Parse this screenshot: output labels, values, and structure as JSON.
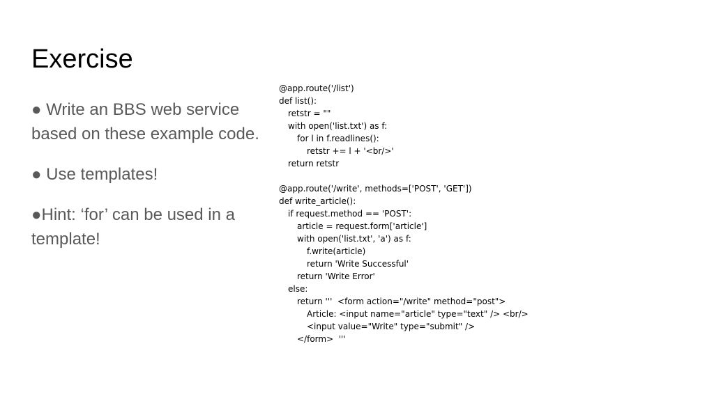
{
  "slide": {
    "title": "Exercise",
    "bullets": [
      {
        "lines": [
          "● Write an BBS web service",
          "based on these example code."
        ]
      },
      {
        "lines": [
          "● Use templates!"
        ]
      },
      {
        "lines": [
          "●Hint: ‘for’ can be used in a",
          "template!"
        ]
      }
    ],
    "code_blocks": [
      {
        "lines": [
          {
            "indent": 0,
            "text": "@app.route('/list')"
          },
          {
            "indent": 0,
            "text": "def list():"
          },
          {
            "indent": 1,
            "text": "retstr = \"\""
          },
          {
            "indent": 1,
            "text": "with open('list.txt') as f:"
          },
          {
            "indent": 2,
            "text": "for l in f.readlines():"
          },
          {
            "indent": 3,
            "text": "retstr += l + '<br/>'"
          },
          {
            "indent": 1,
            "text": "return retstr"
          }
        ]
      },
      {
        "lines": [
          {
            "indent": 0,
            "text": "@app.route('/write', methods=['POST', 'GET'])"
          },
          {
            "indent": 0,
            "text": "def write_article():"
          },
          {
            "indent": 1,
            "text": "if request.method == 'POST':"
          },
          {
            "indent": 2,
            "text": "article = request.form['article']"
          },
          {
            "indent": 2,
            "text": "with open('list.txt', 'a') as f:"
          },
          {
            "indent": 3,
            "text": "f.write(article)"
          },
          {
            "indent": 3,
            "text": "return 'Write Successful'"
          },
          {
            "indent": 2,
            "text": "return 'Write Error'"
          },
          {
            "indent": 1,
            "text": "else:"
          },
          {
            "indent": 2,
            "text": "return '''  <form action=\"/write\" method=\"post\">"
          },
          {
            "indent": 3,
            "text": "Article: <input name=\"article\" type=\"text\" /> <br/>"
          },
          {
            "indent": 3,
            "text": "<input value=\"Write\" type=\"submit\" />"
          },
          {
            "indent": 2,
            "text": "</form>  '''"
          }
        ]
      }
    ]
  }
}
